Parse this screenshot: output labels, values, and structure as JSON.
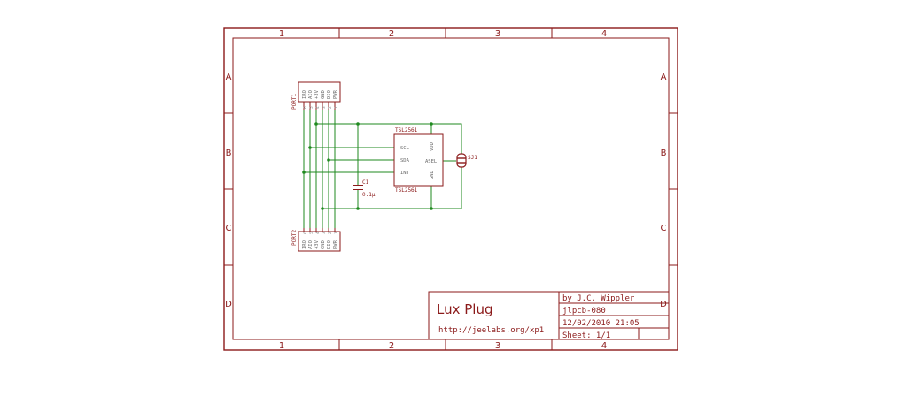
{
  "zones": {
    "columns": [
      "1",
      "2",
      "3",
      "4"
    ],
    "rows": [
      "A",
      "B",
      "C",
      "D"
    ]
  },
  "port1": {
    "name": "PORT1",
    "pins": [
      "PWR",
      "DIO",
      "GND",
      "+3V",
      "AIO",
      "IRQ"
    ],
    "numbers": [
      "1",
      "2",
      "3",
      "4",
      "5",
      "6"
    ]
  },
  "port2": {
    "name": "PORT2",
    "pins": [
      "IRQ",
      "AIO",
      "+3V",
      "GND",
      "DIO",
      "PWR"
    ],
    "numbers": [
      "6",
      "5",
      "4",
      "3",
      "2",
      "1"
    ]
  },
  "ic": {
    "name_top": "TSL2561",
    "name_bottom": "TSL2561",
    "pins_left": [
      "SCL",
      "SDA",
      "INT"
    ],
    "pins_right": [
      "VDD",
      "ASEL",
      "GND"
    ]
  },
  "cap": {
    "name": "C1",
    "value": "0.1µ"
  },
  "jumper": {
    "name": "SJ1"
  },
  "title_block": {
    "title": "Lux Plug",
    "url": "http://jeelabs.org/xp1",
    "author": "by J.C. Wippler",
    "board": "jlpcb-080",
    "date": "12/02/2010 21:05",
    "sheet": "Sheet: 1/1"
  },
  "colors": {
    "frame": "#8b1a1a",
    "wire": "#1f8a1f"
  }
}
